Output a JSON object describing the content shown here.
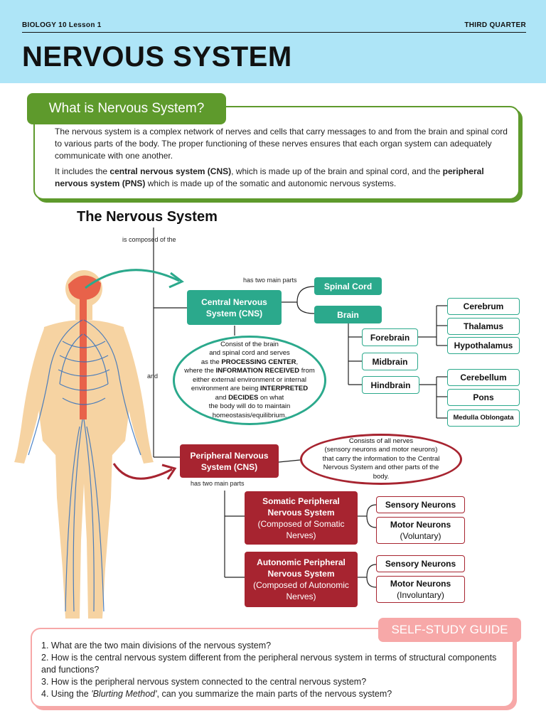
{
  "header": {
    "course": "BIOLOGY 10 Lesson 1",
    "quarter": "THIRD QUARTER",
    "title": "NERVOUS SYSTEM"
  },
  "intro": {
    "heading": "What is Nervous System?",
    "p1": "The nervous system is a complex network of nerves and cells that carry messages to and from the brain and spinal cord to various parts of the body. The proper functioning of these nerves ensures that each organ system can adequately communicate with one another.",
    "p2_a": "It includes the ",
    "p2_cns": "central nervous system (CNS)",
    "p2_b": ", which is made up of the brain and spinal cord, and the ",
    "p2_pns": "peripheral nervous system (PNS)",
    "p2_c": " which is made up of the somatic and autonomic nervous systems."
  },
  "diagram": {
    "title": "The Nervous System",
    "composed": "is composed of the",
    "and": "and",
    "cns_parts": "has two main parts",
    "pns_parts": "has two main parts",
    "cns": "Central Nervous System (CNS)",
    "pns": "Peripheral Nervous System (CNS)",
    "spinal_cord": "Spinal Cord",
    "brain": "Brain",
    "forebrain": "Forebrain",
    "midbrain": "Midbrain",
    "hindbrain": "Hindbrain",
    "cerebrum": "Cerebrum",
    "thalamus": "Thalamus",
    "hypothalamus": "Hypothalamus",
    "cerebellum": "Cerebellum",
    "pons": "Pons",
    "medulla": "Medulla Oblongata",
    "cns_desc": {
      "l1": "Consist of the brain",
      "l2": "and spinal cord and serves",
      "l3a": "as the ",
      "l3b": "PROCESSING CENTER",
      "l3c": ",",
      "l4a": "where the ",
      "l4b": "INFORMATION RECEIVED",
      "l4c": " from",
      "l5": "either external environment or internal",
      "l6a": "environment are being ",
      "l6b": "INTERPRETED",
      "l7a": "and ",
      "l7b": "DECIDES",
      "l7c": " on what",
      "l8": "the body will do to maintain",
      "l9": "homeostasis/equilibrium."
    },
    "pns_desc": {
      "l1": "Consists of all nerves",
      "l2": "(sensory neurons and motor neurons)",
      "l3": "that carry the information to the Central",
      "l4": "Nervous System and other parts of the",
      "l5": "body."
    },
    "somatic_title": "Somatic Peripheral Nervous System",
    "somatic_sub": "(Composed of Somatic Nerves)",
    "autonomic_title": "Autonomic Peripheral Nervous System",
    "autonomic_sub": "(Composed of Autonomic Nerves)",
    "sensory1": "Sensory Neurons",
    "motor1": "Motor Neurons",
    "motor1_sub": "(Voluntary)",
    "sensory2": "Sensory Neurons",
    "motor2": "Motor Neurons",
    "motor2_sub": "(Involuntary)"
  },
  "guide": {
    "tab": "SELF-STUDY GUIDE",
    "q1": "1. What are the two main divisions of the nervous system?",
    "q2": "2. How is the central nervous system different from the peripheral nervous system in terms of structural components and functions?",
    "q3": "3. How is the peripheral nervous system connected to the central nervous system?",
    "q4_a": "4. Using the ",
    "q4_b": "'Blurting Method'",
    "q4_c": ", can you summarize the main parts of the nervous system?"
  },
  "colors": {
    "header_bg": "#aee5f7",
    "green": "#5e9a2c",
    "teal": "#2ba98c",
    "red": "#a72430",
    "pink": "#f7a8a8"
  }
}
